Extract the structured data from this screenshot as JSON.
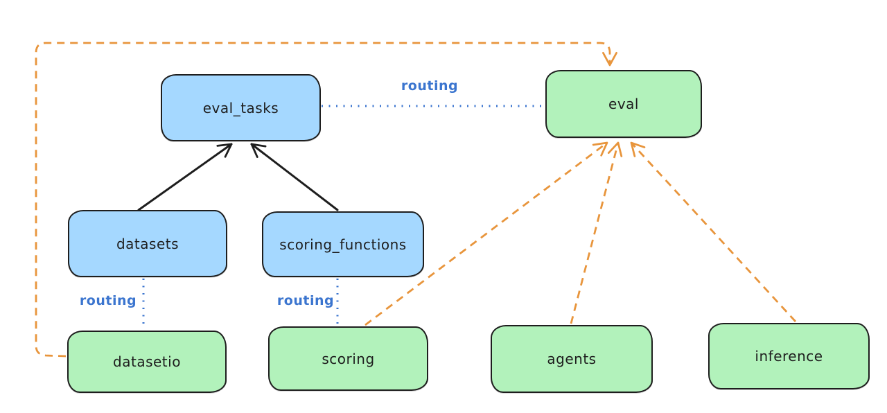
{
  "diagram": {
    "colors": {
      "node_stroke": "#1e1e1e",
      "blue_node_fill": "#a5d8ff",
      "green_node_fill": "#b2f2bb",
      "routing_line_blue": "#3b75cf",
      "provider_arrow_orange": "#e8953c",
      "solid_arrow_black": "#1e1e1e",
      "background": "#ffffff"
    },
    "nodes": {
      "eval_tasks": {
        "label": "eval_tasks",
        "fill": "#a5d8ff"
      },
      "eval": {
        "label": "eval",
        "fill": "#b2f2bb"
      },
      "datasets": {
        "label": "datasets",
        "fill": "#a5d8ff"
      },
      "scoring_functions": {
        "label": "scoring_functions",
        "fill": "#a5d8ff"
      },
      "datasetio": {
        "label": "datasetio",
        "fill": "#b2f2bb"
      },
      "scoring": {
        "label": "scoring",
        "fill": "#b2f2bb"
      },
      "agents": {
        "label": "agents",
        "fill": "#b2f2bb"
      },
      "inference": {
        "label": "inference",
        "fill": "#b2f2bb"
      }
    },
    "edge_labels": {
      "eval_tasks_to_eval": "routing",
      "datasets_to_datasetio": "routing",
      "scoring_functions_to_scoring": "routing"
    },
    "edges": [
      {
        "from": "datasets",
        "to": "eval_tasks",
        "style": "solid-arrow",
        "color": "#1e1e1e"
      },
      {
        "from": "scoring_functions",
        "to": "eval_tasks",
        "style": "solid-arrow",
        "color": "#1e1e1e"
      },
      {
        "from": "eval_tasks",
        "to": "eval",
        "style": "dotted",
        "label": "routing",
        "color": "#3b75cf"
      },
      {
        "from": "datasets",
        "to": "datasetio",
        "style": "dotted",
        "label": "routing",
        "color": "#3b75cf"
      },
      {
        "from": "scoring_functions",
        "to": "scoring",
        "style": "dotted",
        "label": "routing",
        "color": "#3b75cf"
      },
      {
        "from": "scoring",
        "to": "eval",
        "style": "dashed-arrow",
        "color": "#e8953c"
      },
      {
        "from": "agents",
        "to": "eval",
        "style": "dashed-arrow",
        "color": "#e8953c"
      },
      {
        "from": "inference",
        "to": "eval",
        "style": "dashed-arrow",
        "color": "#e8953c"
      },
      {
        "from": "datasetio",
        "to": "eval",
        "style": "dashed-arrow-elbow",
        "color": "#e8953c"
      }
    ]
  }
}
